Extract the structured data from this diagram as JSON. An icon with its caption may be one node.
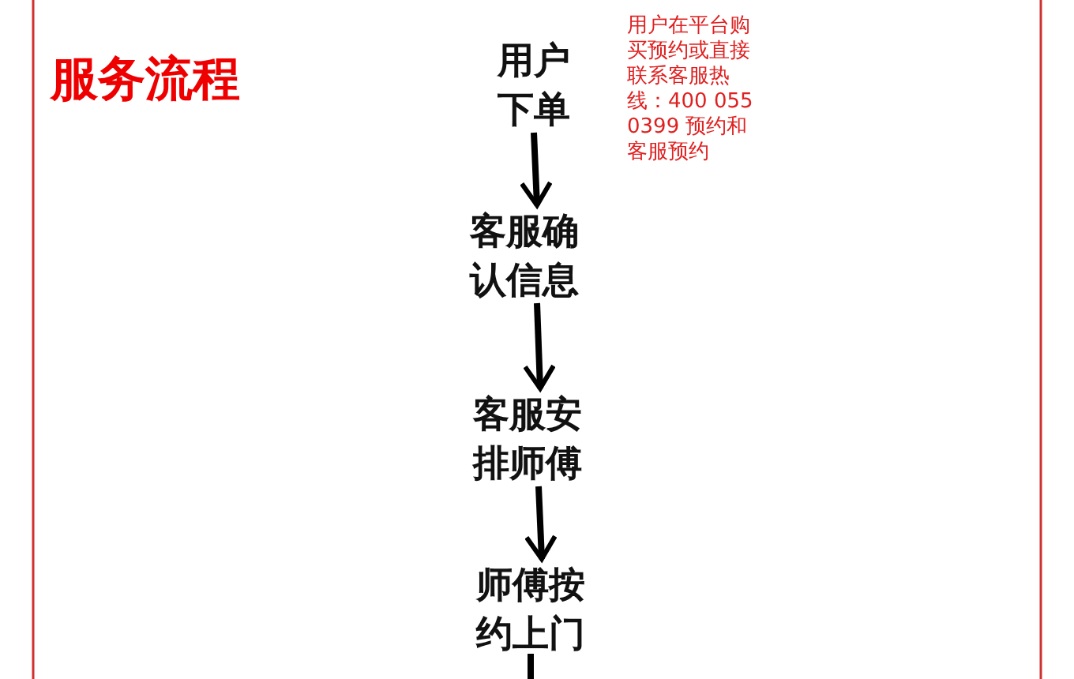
{
  "diagram": {
    "title": "服务流程",
    "nodes": [
      {
        "text": [
          "用户下单"
        ]
      },
      {
        "text": [
          "客服确认信息"
        ]
      },
      {
        "text": [
          "客服安排师傅"
        ]
      },
      {
        "text": [
          "师傅按约上门"
        ]
      }
    ],
    "edges": [
      {
        "from": 0,
        "to": 1,
        "arrow": "to"
      },
      {
        "from": 1,
        "to": 2,
        "arrow": "to"
      },
      {
        "from": 2,
        "to": 3,
        "arrow": "to"
      },
      {
        "from": 3,
        "to": null,
        "arrow": "none"
      }
    ],
    "labels": [
      "用户在平台购买预约或直接联系客服热线：400 055 0399 预约和客服预约"
    ]
  }
}
